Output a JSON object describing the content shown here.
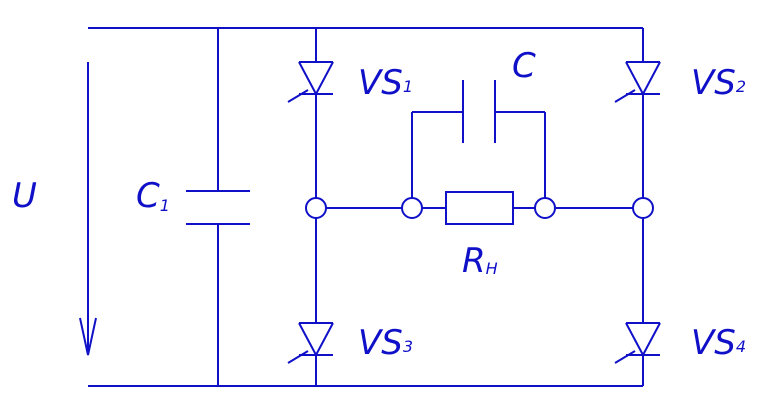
{
  "diagram": {
    "line_color": "#1010c8",
    "labels": {
      "voltage": "U",
      "c1_main": "C",
      "c1_sub": "1",
      "cap_c": "C",
      "vs1_main": "VS",
      "vs1_sub": "1",
      "vs2_main": "VS",
      "vs2_sub": "2",
      "vs3_main": "VS",
      "vs3_sub": "3",
      "vs4_main": "VS",
      "vs4_sub": "4",
      "load_main": "R",
      "load_sub": "H"
    }
  }
}
